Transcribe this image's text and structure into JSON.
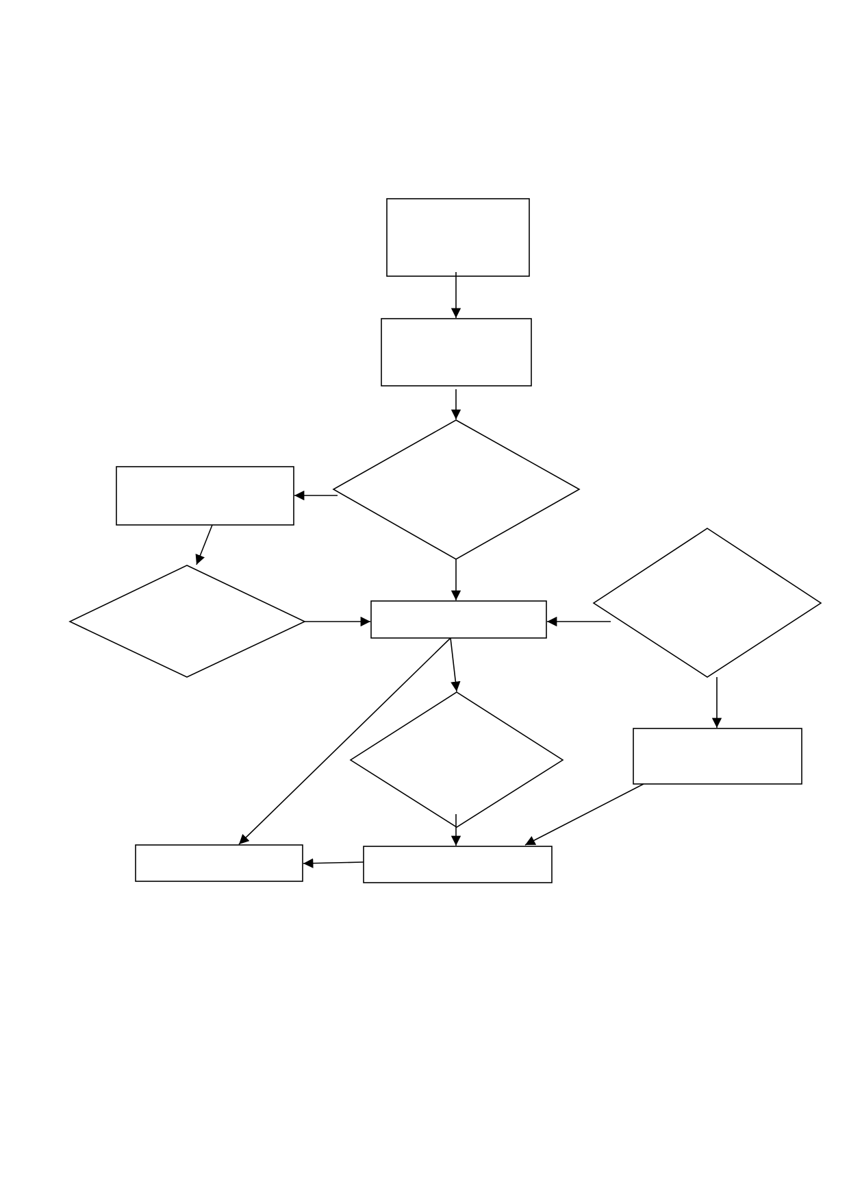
{
  "diagram": {
    "type": "flowchart",
    "colors": {
      "background": "#ffffff",
      "stroke": "#000000",
      "fill": "#ffffff"
    },
    "nodes": [
      {
        "id": "start-box",
        "shape": "rect",
        "label": ""
      },
      {
        "id": "step-box",
        "shape": "rect",
        "label": ""
      },
      {
        "id": "decision-main",
        "shape": "diamond",
        "label": ""
      },
      {
        "id": "left-box",
        "shape": "rect",
        "label": ""
      },
      {
        "id": "decision-left",
        "shape": "diamond",
        "label": ""
      },
      {
        "id": "center-box",
        "shape": "rect",
        "label": ""
      },
      {
        "id": "decision-right",
        "shape": "diamond",
        "label": ""
      },
      {
        "id": "decision-bottom",
        "shape": "diamond",
        "label": ""
      },
      {
        "id": "right-box",
        "shape": "rect",
        "label": ""
      },
      {
        "id": "bottom-center-box",
        "shape": "rect",
        "label": ""
      },
      {
        "id": "bottom-left-box",
        "shape": "rect",
        "label": ""
      }
    ],
    "edges": [
      {
        "from": "start-box",
        "to": "step-box"
      },
      {
        "from": "step-box",
        "to": "decision-main"
      },
      {
        "from": "decision-main",
        "to": "left-box"
      },
      {
        "from": "decision-main",
        "to": "center-box"
      },
      {
        "from": "left-box",
        "to": "decision-left"
      },
      {
        "from": "decision-left",
        "to": "center-box"
      },
      {
        "from": "decision-right",
        "to": "center-box"
      },
      {
        "from": "decision-right",
        "to": "right-box"
      },
      {
        "from": "center-box",
        "to": "decision-bottom"
      },
      {
        "from": "center-box",
        "to": "bottom-left-box"
      },
      {
        "from": "decision-bottom",
        "to": "bottom-center-box"
      },
      {
        "from": "right-box",
        "to": "bottom-center-box"
      },
      {
        "from": "bottom-center-box",
        "to": "bottom-left-box"
      }
    ]
  }
}
